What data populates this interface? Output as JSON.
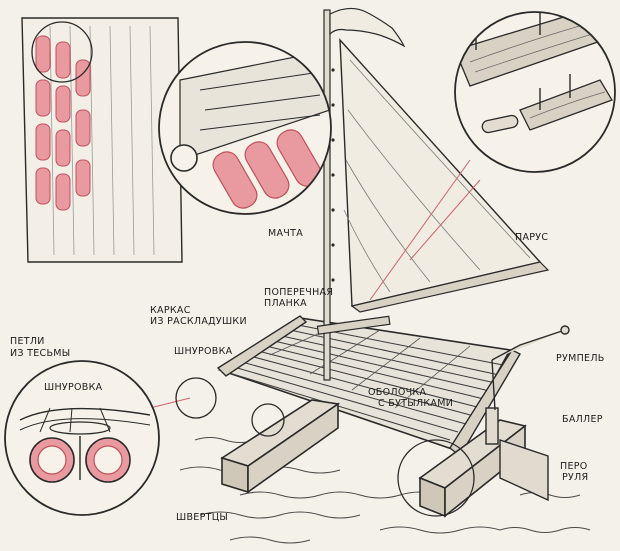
{
  "labels": {
    "mast": "МАЧТА",
    "sail": "ПАРУС",
    "crossbar_1": "ПОПЕРЕЧНАЯ",
    "crossbar_2": "ПЛАНКА",
    "frame_1": "КАРКАС",
    "frame_2": "ИЗ РАСКЛАДУШКИ",
    "loops_1": "ПЕТЛИ",
    "loops_2": "ИЗ ТЕСЬМЫ",
    "lacing_main": "ШНУРОВКА",
    "lacing_detail": "ШНУРОВКА",
    "tiller": "РУМПЕЛЬ",
    "shell_1": "ОБОЛОЧКА",
    "shell_2": "С БУТЫЛКАМИ",
    "stock": "БАЛЛЕР",
    "rudder_blade_1": "ПЕРО",
    "rudder_blade_2": "РУЛЯ",
    "thole": "ШВЕРТЦЫ"
  },
  "colors": {
    "ink": "#2a2a2a",
    "accent": "#d4606a",
    "accent_fill": "#e99aa0",
    "paper": "#f4f1ea",
    "wood": "#ded8ca"
  }
}
